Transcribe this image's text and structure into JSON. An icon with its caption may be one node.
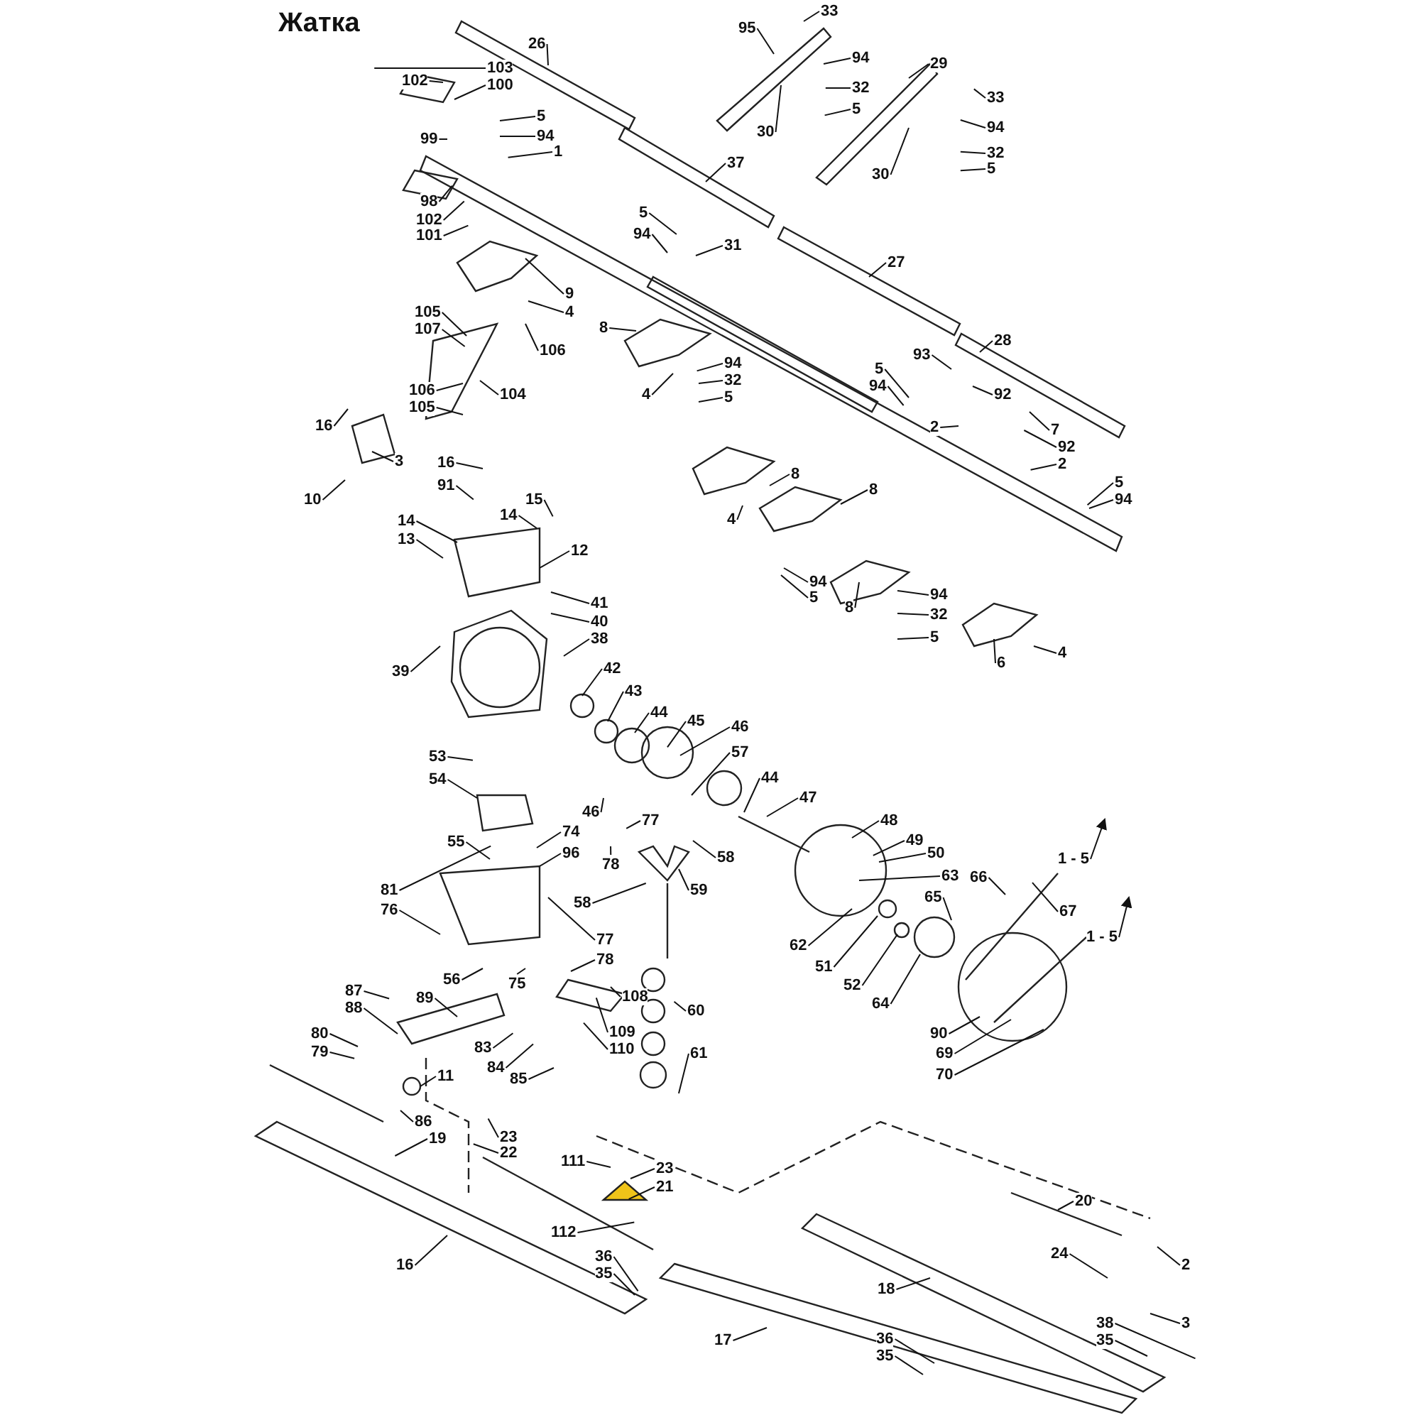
{
  "diagram": {
    "title": "Жатка",
    "nodes": [
      {
        "text": [
          "26"
        ]
      },
      {
        "text": [
          "95"
        ]
      },
      {
        "text": [
          "33"
        ]
      },
      {
        "text": [
          "94"
        ]
      },
      {
        "text": [
          "32"
        ]
      },
      {
        "text": [
          "5"
        ]
      },
      {
        "text": [
          "30"
        ]
      },
      {
        "text": [
          "29"
        ]
      },
      {
        "text": [
          "33"
        ]
      },
      {
        "text": [
          "94"
        ]
      },
      {
        "text": [
          "32"
        ]
      },
      {
        "text": [
          "5"
        ]
      },
      {
        "text": [
          "30"
        ]
      },
      {
        "text": [
          "103"
        ]
      },
      {
        "text": [
          "102"
        ]
      },
      {
        "text": [
          "100"
        ]
      },
      {
        "text": [
          "5"
        ]
      },
      {
        "text": [
          "94"
        ]
      },
      {
        "text": [
          "99"
        ]
      },
      {
        "text": [
          "1"
        ]
      },
      {
        "text": [
          "98"
        ]
      },
      {
        "text": [
          "102"
        ]
      },
      {
        "text": [
          "101"
        ]
      },
      {
        "text": [
          "37"
        ]
      },
      {
        "text": [
          "5"
        ]
      },
      {
        "text": [
          "94"
        ]
      },
      {
        "text": [
          "31"
        ]
      },
      {
        "text": [
          "27"
        ]
      },
      {
        "text": [
          "9"
        ]
      },
      {
        "text": [
          "4"
        ]
      },
      {
        "text": [
          "105"
        ]
      },
      {
        "text": [
          "107"
        ]
      },
      {
        "text": [
          "106"
        ]
      },
      {
        "text": [
          "8"
        ]
      },
      {
        "text": [
          "28"
        ]
      },
      {
        "text": [
          "94"
        ]
      },
      {
        "text": [
          "32"
        ]
      },
      {
        "text": [
          "4"
        ]
      },
      {
        "text": [
          "5"
        ]
      },
      {
        "text": [
          "106"
        ]
      },
      {
        "text": [
          "104"
        ]
      },
      {
        "text": [
          "105"
        ]
      },
      {
        "text": [
          "93"
        ]
      },
      {
        "text": [
          "5"
        ]
      },
      {
        "text": [
          "94"
        ]
      },
      {
        "text": [
          "92"
        ]
      },
      {
        "text": [
          "16"
        ]
      },
      {
        "text": [
          "2"
        ]
      },
      {
        "text": [
          "7"
        ]
      },
      {
        "text": [
          "92"
        ]
      },
      {
        "text": [
          "2"
        ]
      },
      {
        "text": [
          "3"
        ]
      },
      {
        "text": [
          "10"
        ]
      },
      {
        "text": [
          "16"
        ]
      },
      {
        "text": [
          "91"
        ]
      },
      {
        "text": [
          "15"
        ]
      },
      {
        "text": [
          "14"
        ]
      },
      {
        "text": [
          "14"
        ]
      },
      {
        "text": [
          "13"
        ]
      },
      {
        "text": [
          "12"
        ]
      },
      {
        "text": [
          "8"
        ]
      },
      {
        "text": [
          "8"
        ]
      },
      {
        "text": [
          "5"
        ]
      },
      {
        "text": [
          "94"
        ]
      },
      {
        "text": [
          "4"
        ]
      },
      {
        "text": [
          "94"
        ]
      },
      {
        "text": [
          "5"
        ]
      },
      {
        "text": [
          "41"
        ]
      },
      {
        "text": [
          "40"
        ]
      },
      {
        "text": [
          "8"
        ]
      },
      {
        "text": [
          "94"
        ]
      },
      {
        "text": [
          "32"
        ]
      },
      {
        "text": [
          "5"
        ]
      },
      {
        "text": [
          "38"
        ]
      },
      {
        "text": [
          "39"
        ]
      },
      {
        "text": [
          "6"
        ]
      },
      {
        "text": [
          "4"
        ]
      },
      {
        "text": [
          "42"
        ]
      },
      {
        "text": [
          "43"
        ]
      },
      {
        "text": [
          "44"
        ]
      },
      {
        "text": [
          "45"
        ]
      },
      {
        "text": [
          "46"
        ]
      },
      {
        "text": [
          "57"
        ]
      },
      {
        "text": [
          "53"
        ]
      },
      {
        "text": [
          "44"
        ]
      },
      {
        "text": [
          "54"
        ]
      },
      {
        "text": [
          "46"
        ]
      },
      {
        "text": [
          "47"
        ]
      },
      {
        "text": [
          "77"
        ]
      },
      {
        "text": [
          "74"
        ]
      },
      {
        "text": [
          "55"
        ]
      },
      {
        "text": [
          "96"
        ]
      },
      {
        "text": [
          "48"
        ]
      },
      {
        "text": [
          "49"
        ]
      },
      {
        "text": [
          "78"
        ]
      },
      {
        "text": [
          "58"
        ]
      },
      {
        "text": [
          "50"
        ]
      },
      {
        "text": [
          "81"
        ]
      },
      {
        "text": [
          "58"
        ]
      },
      {
        "text": [
          "59"
        ]
      },
      {
        "text": [
          "63"
        ]
      },
      {
        "text": [
          "76"
        ]
      },
      {
        "text": [
          "66"
        ]
      },
      {
        "text": [
          "65"
        ]
      },
      {
        "text": [
          "67"
        ]
      },
      {
        "text": [
          "77"
        ]
      },
      {
        "text": [
          "62"
        ]
      },
      {
        "text": [
          "78"
        ]
      },
      {
        "text": [
          "56"
        ]
      },
      {
        "text": [
          "51"
        ]
      },
      {
        "text": [
          "75"
        ]
      },
      {
        "text": [
          "52"
        ]
      },
      {
        "text": [
          "108"
        ]
      },
      {
        "text": [
          "89"
        ]
      },
      {
        "text": [
          "87"
        ]
      },
      {
        "text": [
          "88"
        ]
      },
      {
        "text": [
          "64"
        ]
      },
      {
        "text": [
          "60"
        ]
      },
      {
        "text": [
          "109"
        ]
      },
      {
        "text": [
          "80"
        ]
      },
      {
        "text": [
          "110"
        ]
      },
      {
        "text": [
          "90"
        ]
      },
      {
        "text": [
          "79"
        ]
      },
      {
        "text": [
          "83"
        ]
      },
      {
        "text": [
          "69"
        ]
      },
      {
        "text": [
          "61"
        ]
      },
      {
        "text": [
          "84"
        ]
      },
      {
        "text": [
          "11"
        ]
      },
      {
        "text": [
          "70"
        ]
      },
      {
        "text": [
          "85"
        ]
      },
      {
        "text": [
          "86"
        ]
      },
      {
        "text": [
          "19"
        ]
      },
      {
        "text": [
          "23"
        ]
      },
      {
        "text": [
          "22"
        ]
      },
      {
        "text": [
          "111"
        ]
      },
      {
        "text": [
          "23"
        ]
      },
      {
        "text": [
          "21"
        ]
      },
      {
        "text": [
          "112"
        ]
      },
      {
        "text": [
          "16"
        ]
      },
      {
        "text": [
          "36"
        ]
      },
      {
        "text": [
          "35"
        ]
      },
      {
        "text": [
          "20"
        ]
      },
      {
        "text": [
          "24"
        ]
      },
      {
        "text": [
          "2"
        ]
      },
      {
        "text": [
          "18"
        ]
      },
      {
        "text": [
          "3"
        ]
      },
      {
        "text": [
          "38"
        ]
      },
      {
        "text": [
          "35"
        ]
      },
      {
        "text": [
          "17"
        ]
      },
      {
        "text": [
          "36"
        ]
      },
      {
        "text": [
          "35"
        ]
      },
      {
        "text": [
          "1 - 5"
        ]
      },
      {
        "text": [
          "1 - 5"
        ]
      }
    ],
    "edges": [
      {
        "from": 0,
        "to": null,
        "arrow": "none"
      },
      {
        "from": 1,
        "to": null,
        "arrow": "none"
      },
      {
        "from": 2,
        "to": null,
        "arrow": "none"
      },
      {
        "from": 3,
        "to": null,
        "arrow": "none"
      },
      {
        "from": 4,
        "to": null,
        "arrow": "none"
      },
      {
        "from": 5,
        "to": null,
        "arrow": "none"
      },
      {
        "from": 6,
        "to": null,
        "arrow": "none"
      },
      {
        "from": 7,
        "to": null,
        "arrow": "none"
      },
      {
        "from": 8,
        "to": null,
        "arrow": "none"
      },
      {
        "from": 9,
        "to": null,
        "arrow": "none"
      },
      {
        "from": 10,
        "to": null,
        "arrow": "none"
      },
      {
        "from": 11,
        "to": null,
        "arrow": "none"
      },
      {
        "from": 12,
        "to": null,
        "arrow": "none"
      },
      {
        "from": 13,
        "to": null,
        "arrow": "none"
      },
      {
        "from": 14,
        "to": null,
        "arrow": "none"
      },
      {
        "from": 15,
        "to": null,
        "arrow": "none"
      },
      {
        "from": 16,
        "to": null,
        "arrow": "none"
      },
      {
        "from": 17,
        "to": null,
        "arrow": "none"
      },
      {
        "from": 18,
        "to": null,
        "arrow": "none"
      },
      {
        "from": 19,
        "to": null,
        "arrow": "none"
      },
      {
        "from": 20,
        "to": null,
        "arrow": "none"
      },
      {
        "from": 21,
        "to": null,
        "arrow": "none"
      },
      {
        "from": 22,
        "to": null,
        "arrow": "none"
      },
      {
        "from": 23,
        "to": null,
        "arrow": "none"
      },
      {
        "from": 24,
        "to": null,
        "arrow": "none"
      },
      {
        "from": 25,
        "to": null,
        "arrow": "none"
      },
      {
        "from": 26,
        "to": null,
        "arrow": "none"
      },
      {
        "from": 27,
        "to": null,
        "arrow": "none"
      },
      {
        "from": 28,
        "to": null,
        "arrow": "none"
      },
      {
        "from": 29,
        "to": null,
        "arrow": "none"
      },
      {
        "from": 30,
        "to": null,
        "arrow": "none"
      },
      {
        "from": 31,
        "to": null,
        "arrow": "none"
      },
      {
        "from": 32,
        "to": null,
        "arrow": "none"
      },
      {
        "from": 33,
        "to": null,
        "arrow": "none"
      },
      {
        "from": 34,
        "to": null,
        "arrow": "none"
      },
      {
        "from": 35,
        "to": null,
        "arrow": "none"
      },
      {
        "from": 36,
        "to": null,
        "arrow": "none"
      },
      {
        "from": 37,
        "to": null,
        "arrow": "none"
      },
      {
        "from": 38,
        "to": null,
        "arrow": "none"
      },
      {
        "from": 39,
        "to": null,
        "arrow": "none"
      },
      {
        "from": 40,
        "to": null,
        "arrow": "none"
      },
      {
        "from": 41,
        "to": null,
        "arrow": "none"
      },
      {
        "from": 42,
        "to": null,
        "arrow": "none"
      },
      {
        "from": 43,
        "to": null,
        "arrow": "none"
      },
      {
        "from": 44,
        "to": null,
        "arrow": "none"
      },
      {
        "from": 45,
        "to": null,
        "arrow": "none"
      },
      {
        "from": 46,
        "to": null,
        "arrow": "none"
      },
      {
        "from": 47,
        "to": null,
        "arrow": "none"
      },
      {
        "from": 48,
        "to": null,
        "arrow": "none"
      },
      {
        "from": 49,
        "to": null,
        "arrow": "none"
      },
      {
        "from": 50,
        "to": null,
        "arrow": "none"
      },
      {
        "from": 51,
        "to": null,
        "arrow": "none"
      },
      {
        "from": 52,
        "to": null,
        "arrow": "none"
      },
      {
        "from": 53,
        "to": null,
        "arrow": "none"
      },
      {
        "from": 54,
        "to": null,
        "arrow": "none"
      },
      {
        "from": 55,
        "to": null,
        "arrow": "none"
      },
      {
        "from": 56,
        "to": null,
        "arrow": "none"
      },
      {
        "from": 57,
        "to": null,
        "arrow": "none"
      },
      {
        "from": 58,
        "to": null,
        "arrow": "none"
      },
      {
        "from": 59,
        "to": null,
        "arrow": "none"
      },
      {
        "from": 60,
        "to": null,
        "arrow": "none"
      },
      {
        "from": 61,
        "to": null,
        "arrow": "none"
      },
      {
        "from": 62,
        "to": null,
        "arrow": "none"
      },
      {
        "from": 63,
        "to": null,
        "arrow": "none"
      },
      {
        "from": 64,
        "to": null,
        "arrow": "none"
      },
      {
        "from": 65,
        "to": null,
        "arrow": "none"
      },
      {
        "from": 66,
        "to": null,
        "arrow": "none"
      },
      {
        "from": 67,
        "to": null,
        "arrow": "none"
      },
      {
        "from": 68,
        "to": null,
        "arrow": "none"
      },
      {
        "from": 69,
        "to": null,
        "arrow": "none"
      },
      {
        "from": 70,
        "to": null,
        "arrow": "none"
      },
      {
        "from": 71,
        "to": null,
        "arrow": "none"
      },
      {
        "from": 72,
        "to": null,
        "arrow": "none"
      },
      {
        "from": 73,
        "to": null,
        "arrow": "none"
      },
      {
        "from": 74,
        "to": null,
        "arrow": "none"
      },
      {
        "from": 75,
        "to": null,
        "arrow": "none"
      },
      {
        "from": 76,
        "to": null,
        "arrow": "none"
      },
      {
        "from": 77,
        "to": null,
        "arrow": "none"
      },
      {
        "from": 78,
        "to": null,
        "arrow": "none"
      },
      {
        "from": 79,
        "to": null,
        "arrow": "none"
      },
      {
        "from": 80,
        "to": null,
        "arrow": "none"
      },
      {
        "from": 81,
        "to": null,
        "arrow": "none"
      },
      {
        "from": 82,
        "to": null,
        "arrow": "none"
      },
      {
        "from": 83,
        "to": null,
        "arrow": "none"
      },
      {
        "from": 84,
        "to": null,
        "arrow": "none"
      },
      {
        "from": 85,
        "to": null,
        "arrow": "none"
      },
      {
        "from": 86,
        "to": null,
        "arrow": "none"
      },
      {
        "from": 87,
        "to": null,
        "arrow": "none"
      },
      {
        "from": 88,
        "to": null,
        "arrow": "none"
      },
      {
        "from": 89,
        "to": null,
        "arrow": "none"
      },
      {
        "from": 90,
        "to": null,
        "arrow": "none"
      },
      {
        "from": 91,
        "to": null,
        "arrow": "none"
      },
      {
        "from": 92,
        "to": null,
        "arrow": "none"
      },
      {
        "from": 93,
        "to": null,
        "arrow": "none"
      },
      {
        "from": 94,
        "to": null,
        "arrow": "none"
      },
      {
        "from": 95,
        "to": null,
        "arrow": "none"
      },
      {
        "from": 96,
        "to": null,
        "arrow": "none"
      },
      {
        "from": 97,
        "to": null,
        "arrow": "none"
      },
      {
        "from": 98,
        "to": null,
        "arrow": "none"
      },
      {
        "from": 99,
        "to": null,
        "arrow": "none"
      },
      {
        "from": 100,
        "to": null,
        "arrow": "none"
      },
      {
        "from": 101,
        "to": null,
        "arrow": "none"
      },
      {
        "from": 102,
        "to": null,
        "arrow": "none"
      },
      {
        "from": 103,
        "to": null,
        "arrow": "none"
      },
      {
        "from": 104,
        "to": null,
        "arrow": "none"
      },
      {
        "from": 105,
        "to": null,
        "arrow": "none"
      },
      {
        "from": 106,
        "to": null,
        "arrow": "none"
      },
      {
        "from": 107,
        "to": null,
        "arrow": "none"
      },
      {
        "from": 108,
        "to": null,
        "arrow": "none"
      },
      {
        "from": 109,
        "to": null,
        "arrow": "none"
      },
      {
        "from": 110,
        "to": null,
        "arrow": "none"
      },
      {
        "from": 111,
        "to": null,
        "arrow": "none"
      },
      {
        "from": 112,
        "to": null,
        "arrow": "none"
      },
      {
        "from": 113,
        "to": null,
        "arrow": "none"
      },
      {
        "from": 114,
        "to": null,
        "arrow": "none"
      },
      {
        "from": 115,
        "to": null,
        "arrow": "none"
      },
      {
        "from": 116,
        "to": null,
        "arrow": "none"
      },
      {
        "from": 117,
        "to": null,
        "arrow": "none"
      },
      {
        "from": 118,
        "to": null,
        "arrow": "none"
      },
      {
        "from": 119,
        "to": null,
        "arrow": "none"
      },
      {
        "from": 120,
        "to": null,
        "arrow": "none"
      },
      {
        "from": 121,
        "to": null,
        "arrow": "none"
      },
      {
        "from": 122,
        "to": null,
        "arrow": "none"
      },
      {
        "from": 123,
        "to": null,
        "arrow": "none"
      },
      {
        "from": 124,
        "to": null,
        "arrow": "none"
      },
      {
        "from": 125,
        "to": null,
        "arrow": "none"
      },
      {
        "from": 126,
        "to": null,
        "arrow": "none"
      },
      {
        "from": 127,
        "to": null,
        "arrow": "none"
      },
      {
        "from": 128,
        "to": null,
        "arrow": "none"
      },
      {
        "from": 129,
        "to": null,
        "arrow": "none"
      },
      {
        "from": 130,
        "to": null,
        "arrow": "none"
      },
      {
        "from": 131,
        "to": null,
        "arrow": "none"
      },
      {
        "from": 132,
        "to": null,
        "arrow": "none"
      },
      {
        "from": 133,
        "to": null,
        "arrow": "none"
      },
      {
        "from": 134,
        "to": null,
        "arrow": "none"
      },
      {
        "from": 135,
        "to": null,
        "arrow": "none"
      },
      {
        "from": 136,
        "to": null,
        "arrow": "none"
      },
      {
        "from": 137,
        "to": null,
        "arrow": "none"
      },
      {
        "from": 138,
        "to": null,
        "arrow": "none"
      },
      {
        "from": 139,
        "to": null,
        "arrow": "none"
      },
      {
        "from": 140,
        "to": null,
        "arrow": "none"
      },
      {
        "from": 141,
        "to": null,
        "arrow": "none"
      },
      {
        "from": 142,
        "to": null,
        "arrow": "none"
      },
      {
        "from": 143,
        "to": null,
        "arrow": "none"
      },
      {
        "from": 144,
        "to": null,
        "arrow": "none"
      },
      {
        "from": 145,
        "to": null,
        "arrow": "none"
      },
      {
        "from": 146,
        "to": null,
        "arrow": "none"
      },
      {
        "from": 147,
        "to": null,
        "arrow": "none"
      },
      {
        "from": 148,
        "to": null,
        "arrow": "none"
      },
      {
        "from": 149,
        "to": null,
        "arrow": "none"
      },
      {
        "from": 150,
        "to": null,
        "arrow": "none"
      },
      {
        "from": 151,
        "to": null,
        "arrow": "to"
      },
      {
        "from": 152,
        "to": null,
        "arrow": "to"
      }
    ]
  }
}
